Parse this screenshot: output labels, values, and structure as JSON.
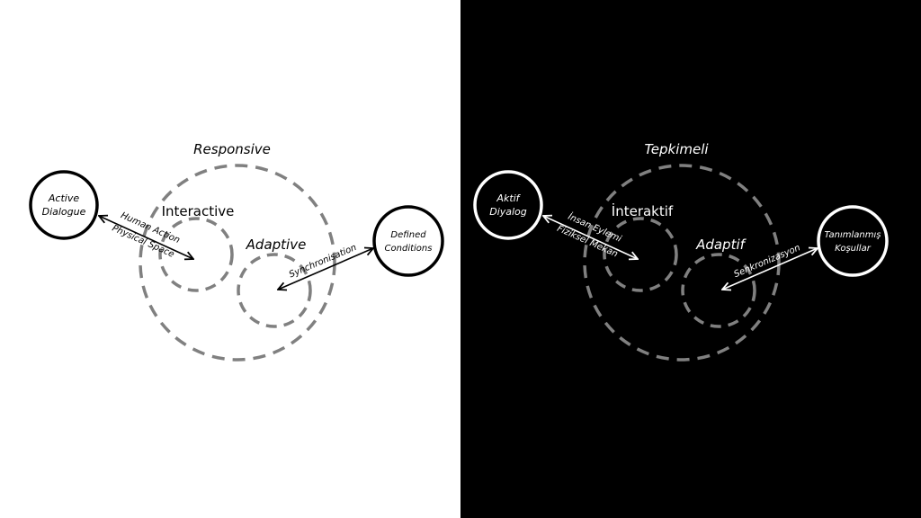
{
  "english": {
    "outer": "Responsive",
    "interactive": "Interactive",
    "adaptive": "Adaptive",
    "left_node": [
      "Active",
      "Dialogue"
    ],
    "right_node": [
      "Defined",
      "Conditions"
    ],
    "arrow1_line1": "Human Action",
    "arrow1_line2": "Physical Space",
    "arrow2": "Synchronisation"
  },
  "turkish": {
    "outer": "Tepkimeli",
    "interactive": "İnteraktif",
    "adaptive": "Adaptif",
    "left_node": [
      "Aktif",
      "Diyalog"
    ],
    "right_node": [
      "Tanımlanmış",
      "Koşullar"
    ],
    "arrow1_line1": "İnsan Eylemi",
    "arrow1_line2": "Fiziksel Mekan",
    "arrow2": "Senkronizasyon"
  },
  "colors": {
    "dashed": "#808080",
    "left_fg": "#000000",
    "right_fg": "#ffffff"
  }
}
